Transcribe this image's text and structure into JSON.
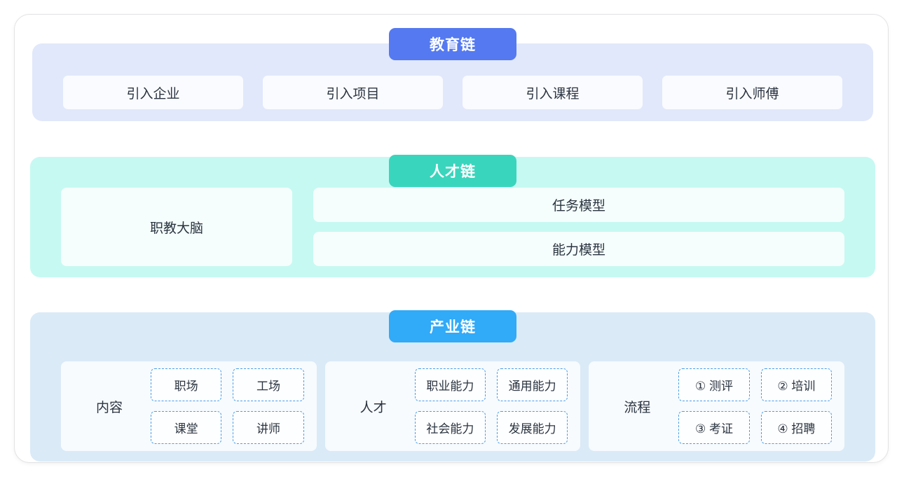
{
  "diagram": {
    "colors": {
      "education_accent": "#5479f0",
      "education_bg": "#e1e8fb",
      "talent_accent": "#3ad5bd",
      "talent_bg": "#c6f9f2",
      "industry_accent": "#31aaf8",
      "industry_bg": "#daeaf7",
      "tag_border": "#4a9de8",
      "card_bg": "#ffffff"
    },
    "education": {
      "title": "教育链",
      "items": [
        {
          "label": "引入企业"
        },
        {
          "label": "引入项目"
        },
        {
          "label": "引入课程"
        },
        {
          "label": "引入师傅"
        }
      ]
    },
    "talent": {
      "title": "人才链",
      "brain": {
        "label": "职教大脑"
      },
      "models": [
        {
          "label": "任务模型"
        },
        {
          "label": "能力模型"
        }
      ]
    },
    "industry": {
      "title": "产业链",
      "groups": [
        {
          "label": "内容",
          "tags": [
            {
              "label": "职场"
            },
            {
              "label": "工场"
            },
            {
              "label": "课堂"
            },
            {
              "label": "讲师"
            }
          ]
        },
        {
          "label": "人才",
          "tags": [
            {
              "label": "职业能力"
            },
            {
              "label": "通用能力"
            },
            {
              "label": "社会能力"
            },
            {
              "label": "发展能力"
            }
          ]
        },
        {
          "label": "流程",
          "tags": [
            {
              "label": "① 测评"
            },
            {
              "label": "② 培训"
            },
            {
              "label": "③ 考证"
            },
            {
              "label": "④ 招聘"
            }
          ]
        }
      ]
    }
  }
}
